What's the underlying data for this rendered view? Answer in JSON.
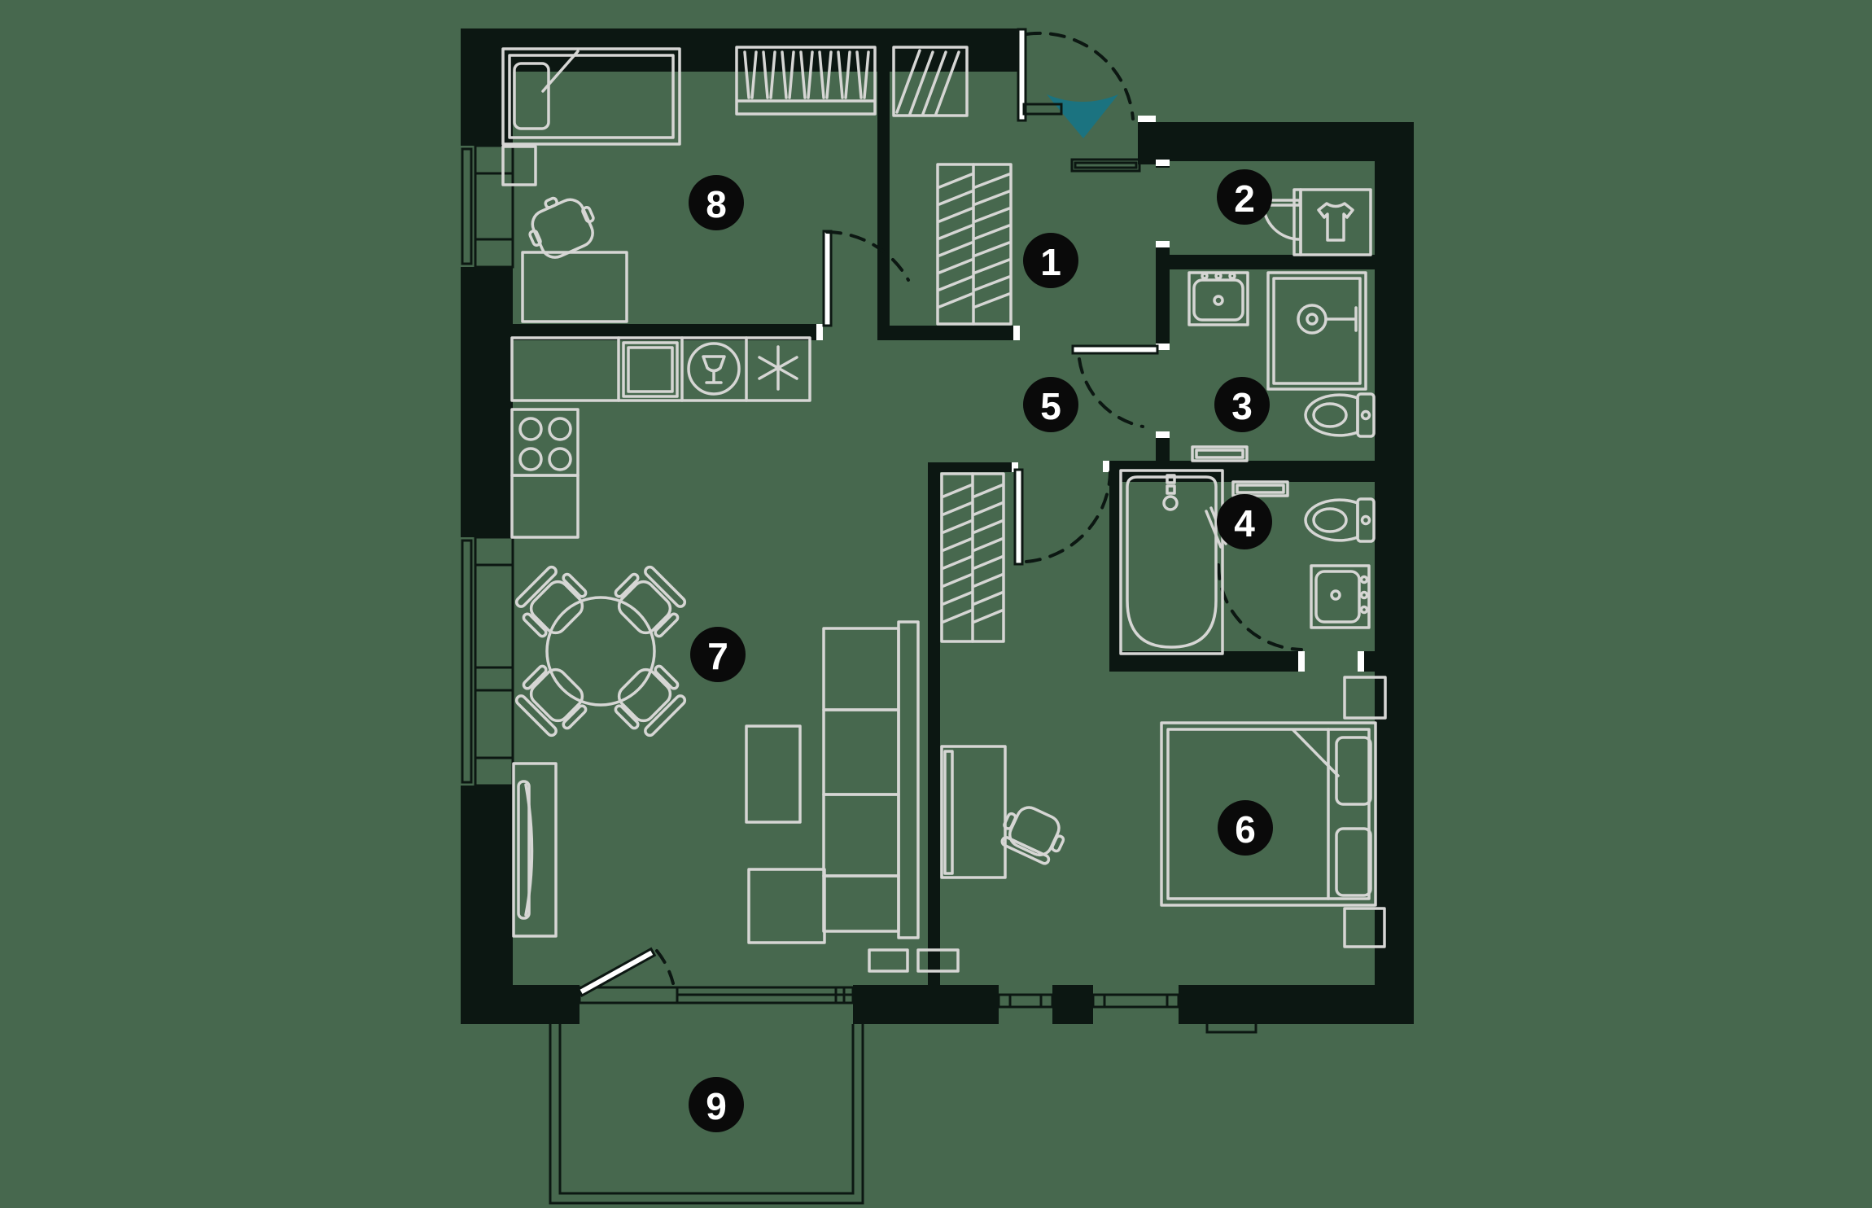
{
  "plan": {
    "rooms": [
      {
        "number": "1"
      },
      {
        "number": "2"
      },
      {
        "number": "3"
      },
      {
        "number": "4"
      },
      {
        "number": "5"
      },
      {
        "number": "6"
      },
      {
        "number": "7"
      },
      {
        "number": "8"
      },
      {
        "number": "9"
      }
    ]
  },
  "icons": {
    "entrance": "entrance-arrow-icon",
    "wardrobe_room2": "tshirt-icon",
    "dishwasher": "dishwasher-glass-icon",
    "freezer": "snowflake-icon",
    "shower": "shower-head-icon"
  },
  "palette": {
    "background": "#47684E",
    "wall": "#0C1712",
    "furniture": "#D6D6D4",
    "accent_teal": "#1B7380",
    "badge_bg": "#0A0A0A",
    "badge_text": "#FFFFFF",
    "cap_white": "#FFFFFF"
  }
}
